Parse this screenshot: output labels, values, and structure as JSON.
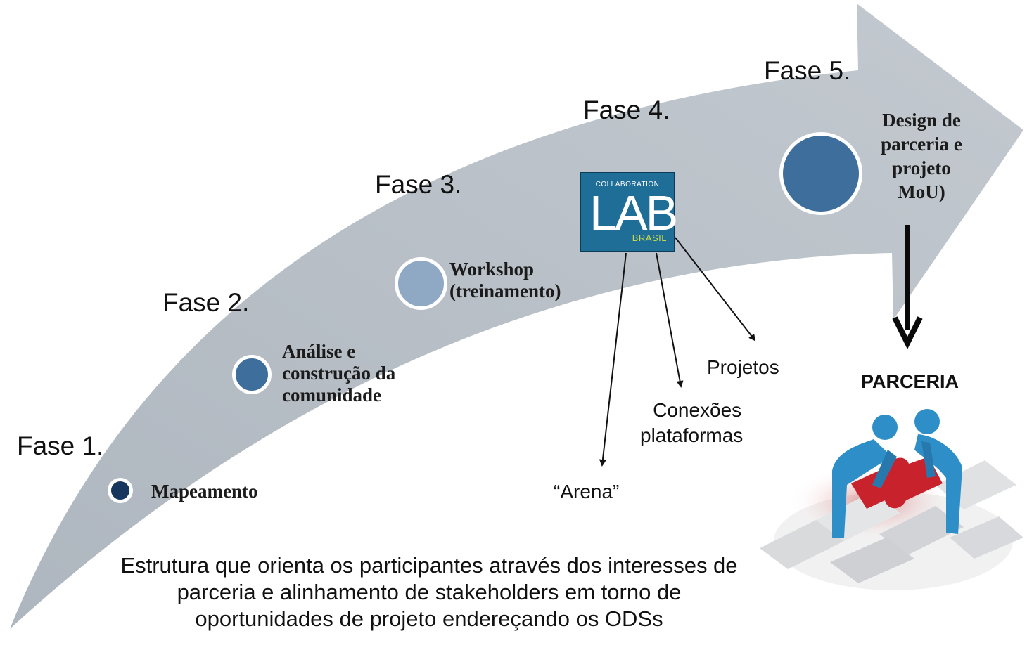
{
  "phases": [
    "Fase 1.",
    "Fase 2.",
    "Fase 3.",
    "Fase 4.",
    "Fase 5."
  ],
  "steps": {
    "mapeamento": "Mapeamento",
    "analise": [
      "Análise e",
      "construção da",
      "comunidade"
    ],
    "workshop": [
      "Workshop",
      "(treinamento)"
    ],
    "design": [
      "Design de",
      "parceria e",
      "projeto",
      "MoU)"
    ]
  },
  "logo": {
    "top": "COLLABORATION",
    "main": "LAB",
    "sub": "BRASIL"
  },
  "branches": {
    "arena": "“Arena”",
    "conexoes": [
      "Conexões",
      "plataformas"
    ],
    "projetos": "Projetos"
  },
  "partnership_label": "PARCERIA",
  "caption": [
    "Estrutura que orienta os participantes através dos interesses de",
    "parceria e alinhamento de stakeholders em torno de",
    "oportunidades de projeto endereçando os ODSs"
  ],
  "colors": {
    "arrow": "#b9c0c8",
    "node_dark": "#17375e",
    "node_mid": "#3e6e9c",
    "node_light": "#8fa9c5",
    "logo_bg": "#1f6e98",
    "figure": "#2e8fc8",
    "puzzle_red": "#c8232c"
  }
}
